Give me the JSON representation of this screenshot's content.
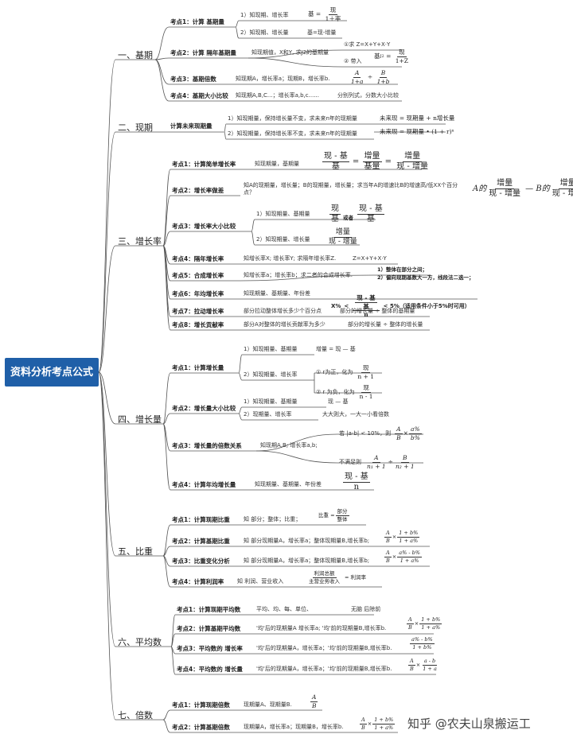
{
  "root": "资料分析考点公式",
  "sections": {
    "s1": {
      "label": "一、基期",
      "k1": {
        "name": "考点1：计算 基期量",
        "c1": "1）知现期、增长率",
        "c1f_lhs": "基",
        "c1f_num": "现",
        "c1f_den": "1＋率",
        "c2": "2）知现期、增长量",
        "c2v": "基=现-增量"
      },
      "k2": {
        "name": "考点2：计算 隔年基期量",
        "desc": "知现期值，X和Y, 求J2的基期量",
        "r1": "①求 Z=X+Y+X·Y",
        "r2": "② 带入",
        "r2f_lhs": "基",
        "r2f_sub": "J2",
        "r2f_num": "现",
        "r2f_den": "1+Z"
      },
      "k3": {
        "name": "考点3：基期倍数",
        "desc": "知现期A，增长率a；现期B，增长率b.",
        "f_a": "A",
        "f_a_den": "1+a",
        "f_b": "B",
        "f_b_den": "1+b"
      },
      "k4": {
        "name": "考点4：基期大小比较",
        "desc": "知现期A,B,C...；增长率a,b,c......",
        "val": "分别列式，分数大小比较"
      }
    },
    "s2": {
      "label": "二、现期",
      "k1": {
        "name": "计算未来现期量",
        "c1": "1）知现期量，保持增长量不变，求未来n年的现期量",
        "c1f": "未来现 = 现期量 + n增长量",
        "c2": "2）知现期量，保持增长率不变，求未来n年的现期量",
        "c2f": "未来现 = 现期量 • (1 + r)ⁿ"
      }
    },
    "s3": {
      "label": "三、增长率",
      "k1": {
        "name": "考点1：计算简单增长率",
        "desc": "知现期量，基期量",
        "f_a_num": "现 - 基",
        "f_a_den": "基",
        "f_b_num": "增量",
        "f_b_den": "基量",
        "f_c_num": "增量",
        "f_c_den": "现 - 增量"
      },
      "k2": {
        "name": "考点2：增长率做差",
        "desc": "知A的现期量，增长量；B的现期量，增长量；求当年A的增速比B的增速高/低XX个百分点？",
        "fa": "A的",
        "fb": "B的",
        "num": "增量",
        "den": "现 - 增量"
      },
      "k3": {
        "name": "考点3：增长率大小比较",
        "c1": "1）知现期量、基期量",
        "c1f_num": "现",
        "c1f_den": "基",
        "c1f_or": "或者",
        "c1f2_num": "现 - 基",
        "c1f2_den": "基",
        "c2": "2）知现期量、增长量",
        "c2f_num": "增量",
        "c2f_den": "现 - 增量"
      },
      "k4": {
        "name": "考点4：隔年增长率",
        "desc": "知增长率X; 增长率Y; 求隔年增长率Z.",
        "val": "Z=X+Y+X·Y"
      },
      "k5": {
        "name": "考点5：合成增长率",
        "desc": "知增长率a；增长率b；求二者的合成增长率.",
        "r1": "1）整体在部分之间；",
        "r2": "2）偏向现期基数大一方，线段法二选一；"
      },
      "k6": {
        "name": "考点6：年均增长率",
        "desc": "知现期量、基期量、年份差",
        "f_pre": "X%",
        "f_lt": "<",
        "f_num": "现 - 基",
        "f_den": "基",
        "f_n": "n",
        "f_post": "< 5%（适用条件小于5%时可用）"
      },
      "k7": {
        "name": "考点7：拉动增长率",
        "desc": "部分拉动整体增长多少个百分点",
        "val": "部分的增长量 ÷ 整体的基期量"
      },
      "k8": {
        "name": "考点8：增长贡献率",
        "desc": "部分A对整体的增长贡献率为多少",
        "val": "部分的增长量 ÷ 整体的增长量"
      }
    },
    "s4": {
      "label": "四、增长量",
      "k1": {
        "name": "考点1：计算增长量",
        "c1": "1）知现期量、基期量",
        "c1v": "增量 = 现 — 基",
        "c2": "2）知现期量、增长率",
        "r1": "① r为正，化为",
        "r1f_num": "现",
        "r1f_den": "n + 1",
        "r2": "② r 为负，化为",
        "r2f_num": "现",
        "r2f_den": "n - 1"
      },
      "k2": {
        "name": "考点2：增长量大小比较",
        "c1": "1）知现期量、基期量",
        "c1v": "现 — 基",
        "c2": "2）现期量、增长率",
        "c2v": "大大则大，一大一小看倍数"
      },
      "k3": {
        "name": "考点3：增长量的倍数关系",
        "desc": "知现期A,B; 增长率a,b;",
        "r1": "若 |a-b| < 10%，则",
        "r1f_a": "A",
        "r1f_b": "B",
        "r1f_num": "a%",
        "r1f_den": "b%",
        "r2": "不满足则",
        "r2f_a": "A",
        "r2f_a_den": "n₁ + 1",
        "r2f_b": "B",
        "r2f_b_den": "n₂ + 1"
      },
      "k4": {
        "name": "考点4：计算年均增长量",
        "desc": "知现期量、基期量、年份差",
        "f_num": "现 - 基",
        "f_den": "n"
      }
    },
    "s5": {
      "label": "五、比重",
      "k1": {
        "name": "考点1：计算现期比重",
        "desc": "知 部分；整体；比重；",
        "f_lhs": "比重 =",
        "f_num": "部分",
        "f_den": "整体"
      },
      "k2": {
        "name": "考点2：计算基期比重",
        "desc": "知 部分现期量A，增长率a；整体现期量B,增长率b;",
        "f_a": "A",
        "f_b": "B",
        "f_num": "1 + b%",
        "f_den": "1 + a%"
      },
      "k3": {
        "name": "考点3：比重变化分析",
        "desc": "知 部分现期量A，增长率a；整体现期量B,增长率b;",
        "f_a": "A",
        "f_b": "B",
        "f_num": "a% - b%",
        "f_den": "1 + a%"
      },
      "k4": {
        "name": "考点4：计算利润率",
        "desc": "知 利润、营业收入",
        "f_num": "利润总额",
        "f_den": "主营业务收入",
        "f_rhs": "= 利润率"
      }
    },
    "s6": {
      "label": "六、平均数",
      "k1": {
        "name": "考点1：计算现期平均数",
        "desc": "平均、均、每、单位、",
        "val": "无脑 后除前"
      },
      "k2": {
        "name": "考点2：计算基期平均数",
        "desc": "'均'后的现期量A 增长率a; '均'前的现期量B,增长率b.",
        "f_a": "A",
        "f_b": "B",
        "f_num": "1 + b%",
        "f_den": "1 + a%"
      },
      "k3": {
        "name": "考点3：平均数的 增长率",
        "desc": "'均'后的现期量A，增长率a；'均'前的现期量B,增长率b.",
        "f_num": "a% - b%",
        "f_den": "1 + b%"
      },
      "k4": {
        "name": "考点4：平均数的 增长量",
        "desc": "'均'后的现期量A，增长率a；'均'前的现期量B,增长率b.",
        "f_a": "A",
        "f_b": "B",
        "f_num": "a - b",
        "f_den": "1 + a"
      }
    },
    "s7": {
      "label": "七、倍数",
      "k1": {
        "name": "考点1：计算现期倍数",
        "desc": "现期量A、现期量B.",
        "f_num": "A",
        "f_den": "B"
      },
      "k2": {
        "name": "考点2：计算基期倍数",
        "desc": "现期量A，增长率a；现期量B，增长率b.",
        "f_a": "A",
        "f_b": "B",
        "f_num": "1 + b%",
        "f_den": "1 + a%"
      }
    }
  },
  "watermark": "知乎 @农夫山泉搬运工"
}
